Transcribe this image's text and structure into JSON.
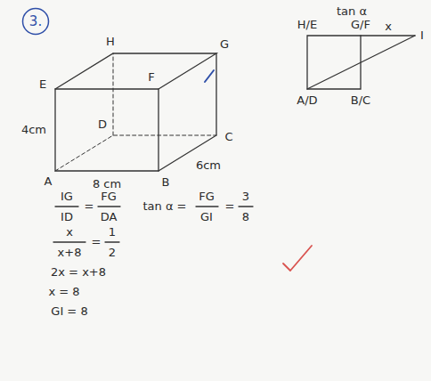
{
  "diagram": {
    "nodes": [
      {
        "text": [
          "3."
        ]
      }
    ],
    "labels": [
      "H",
      "E",
      "F",
      "G",
      "4cm",
      "D",
      "C",
      "6cm",
      "A",
      "8 cm",
      "B",
      "tan α",
      "H/E",
      "G/F",
      "x",
      "I",
      "A/D",
      "B/C",
      "IG",
      "ID",
      "=",
      "FG",
      "DA",
      "tan α =",
      "FG",
      "GI",
      "=",
      "3",
      "8",
      "x",
      "x+8",
      "=",
      "1",
      "2",
      "2x = x+8",
      "x = 8",
      "GI = 8"
    ]
  }
}
